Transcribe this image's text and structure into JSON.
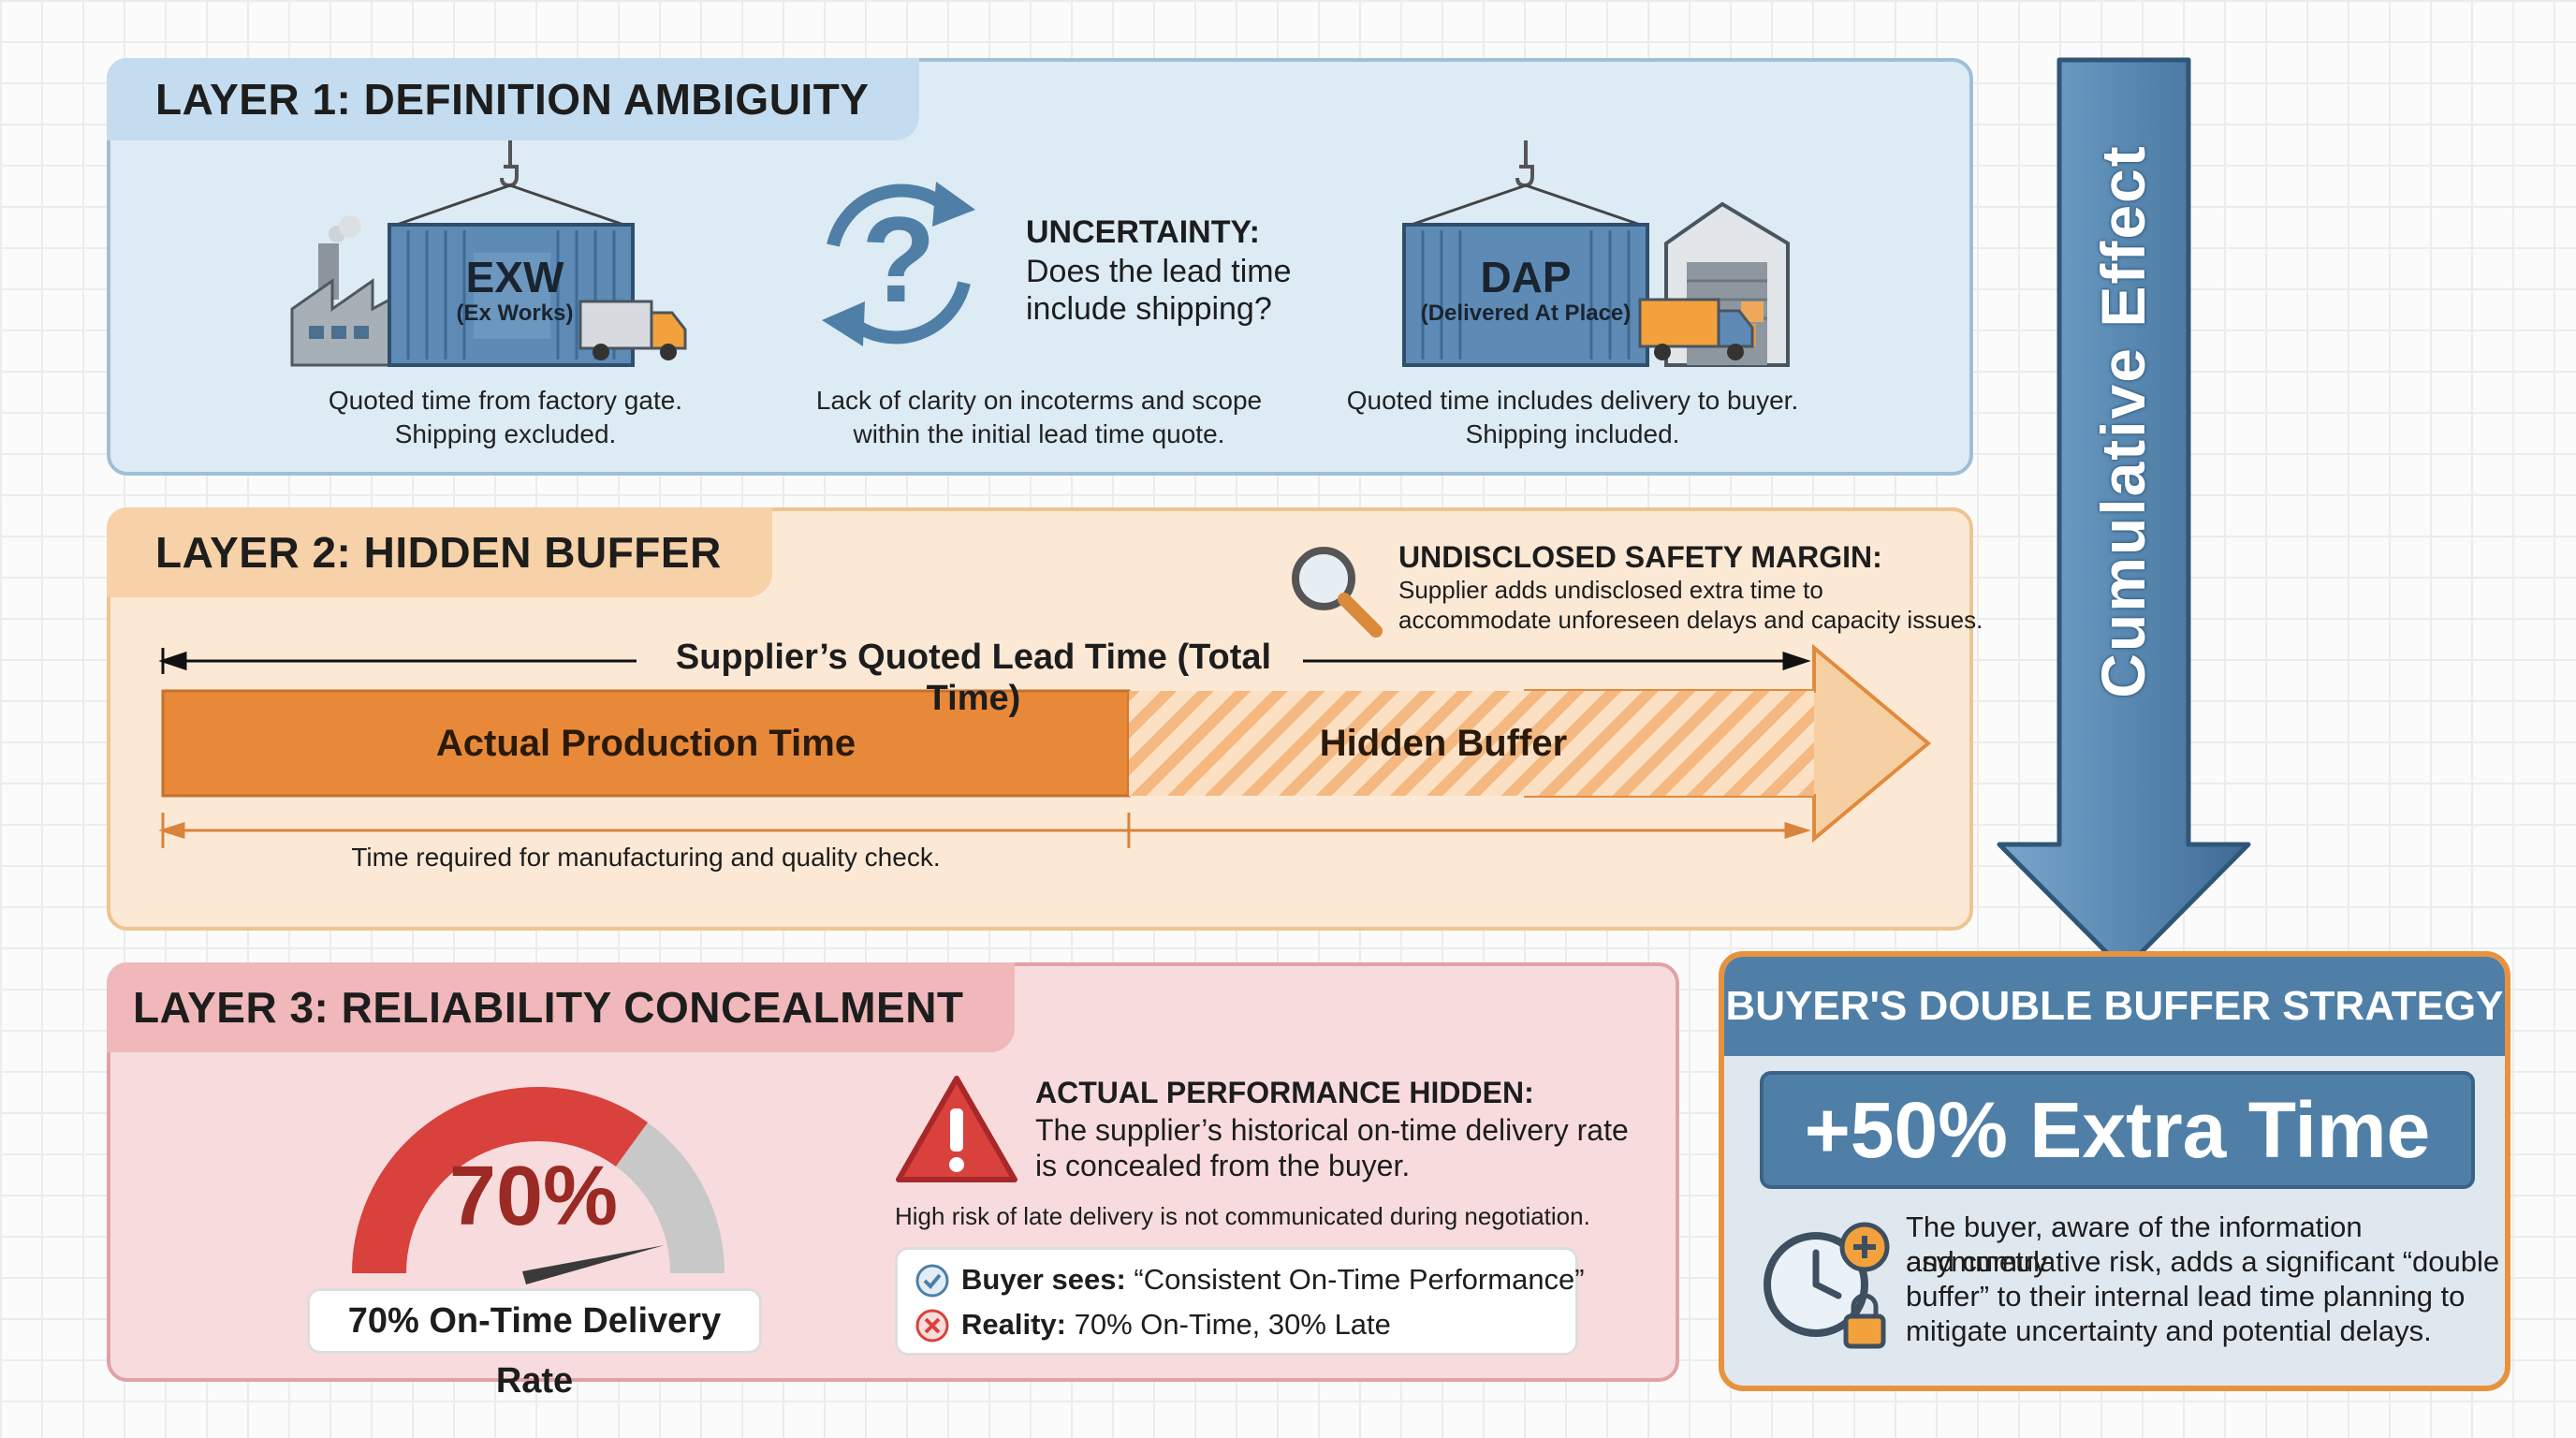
{
  "layer1": {
    "title": "LAYER 1: DEFINITION AMBIGUITY",
    "exw": {
      "code": "EXW",
      "sub": "(Ex Works)",
      "caption1": "Quoted time from factory gate.",
      "caption2": "Shipping excluded."
    },
    "uncertainty": {
      "heading": "UNCERTAINTY:",
      "line1": "Does the lead time",
      "line2": "include shipping?",
      "caption1": "Lack of clarity on incoterms and scope",
      "caption2": "within the initial lead time quote."
    },
    "dap": {
      "code": "DAP",
      "sub": "(Delivered At Place)",
      "caption1": "Quoted time includes delivery to buyer.",
      "caption2": "Shipping included."
    }
  },
  "layer2": {
    "title": "LAYER 2: HIDDEN BUFFER",
    "margin_heading": "UNDISCLOSED SAFETY MARGIN:",
    "margin_line1": "Supplier adds undisclosed extra time to",
    "margin_line2": "accommodate unforeseen delays and capacity issues.",
    "quoted_label": "Supplier’s Quoted Lead Time (Total Time)",
    "production_label": "Actual Production Time",
    "buffer_label": "Hidden Buffer",
    "production_caption": "Time required for manufacturing and quality check.",
    "production_share": 0.585
  },
  "layer3": {
    "title": "LAYER 3: RELIABILITY CONCEALMENT",
    "gauge_value": "70%",
    "gauge_fraction": 0.7,
    "gauge_label": "70% On-Time Delivery Rate",
    "hidden_heading": "ACTUAL PERFORMANCE HIDDEN:",
    "hidden_line1": "The supplier’s historical on-time delivery rate",
    "hidden_line2": "is concealed from the buyer.",
    "risk_note": "High risk of late delivery is not communicated during negotiation.",
    "buyer_sees_label": "Buyer sees:",
    "buyer_sees_text": "“Consistent On-Time Performance”",
    "reality_label": "Reality:",
    "reality_text": "70% On-Time, 30% Late"
  },
  "cumulative_label": "Cumulative Effect",
  "strategy": {
    "title": "BUYER'S DOUBLE BUFFER STRATEGY",
    "headline": "+50% Extra Time",
    "line1": "The buyer, aware of the information asymmetry",
    "line2": "and cumulative risk, adds a significant “double",
    "line3": "buffer” to their internal lead time planning to",
    "line4": "mitigate uncertainty and potential delays."
  },
  "colors": {
    "layer1": "#ddebf5",
    "layer2": "#fbe9d6",
    "layer3": "#f8dcdd",
    "production": "#e8893a",
    "gauge_red": "#d9413c",
    "gauge_gray": "#c8c8c8",
    "arrow_blue": "#4f7fa6",
    "strategy_border": "#e8923e"
  },
  "icons": [
    "factory-icon",
    "container-icon",
    "crane-hook-icon",
    "truck-icon",
    "question-cycle-icon",
    "warehouse-icon",
    "magnifier-icon",
    "warning-icon",
    "check-icon",
    "x-icon",
    "clock-plus-lock-icon"
  ]
}
